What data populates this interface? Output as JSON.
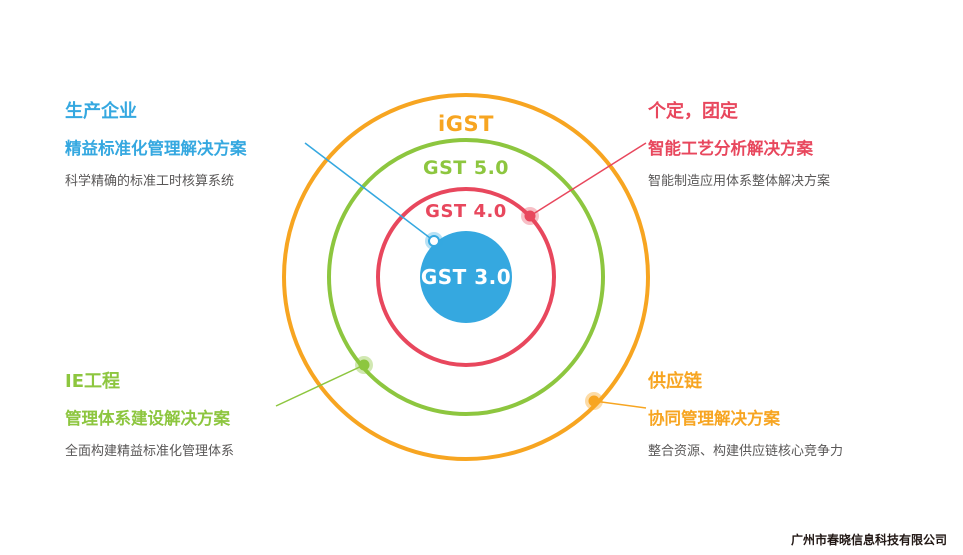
{
  "colors": {
    "blue": "#35A8E0",
    "red": "#E8475D",
    "green": "#8DC63F",
    "orange": "#F7A521",
    "desc_gray": "#595757",
    "footer_black": "#221815"
  },
  "rings": {
    "outer": {
      "label": "iGST"
    },
    "ring5": {
      "label": "GST 5.0"
    },
    "ring4": {
      "label": "GST 4.0"
    },
    "center": {
      "label": "GST 3.0"
    }
  },
  "callouts": {
    "top_left": {
      "title": "生产企业",
      "subtitle": "精益标准化管理解决方案",
      "desc": "科学精确的标准工时核算系统"
    },
    "top_right": {
      "title": "个定，团定",
      "subtitle": "智能工艺分析解决方案",
      "desc": "智能制造应用体系整体解决方案"
    },
    "bottom_left": {
      "title": "IE工程",
      "subtitle": "管理体系建设解决方案",
      "desc": "全面构建精益标准化管理体系"
    },
    "bottom_right": {
      "title": "供应链",
      "subtitle": "协同管理解决方案",
      "desc": "整合资源、构建供应链核心竞争力"
    }
  },
  "footer": {
    "company": "广州市春晓信息科技有限公司"
  }
}
